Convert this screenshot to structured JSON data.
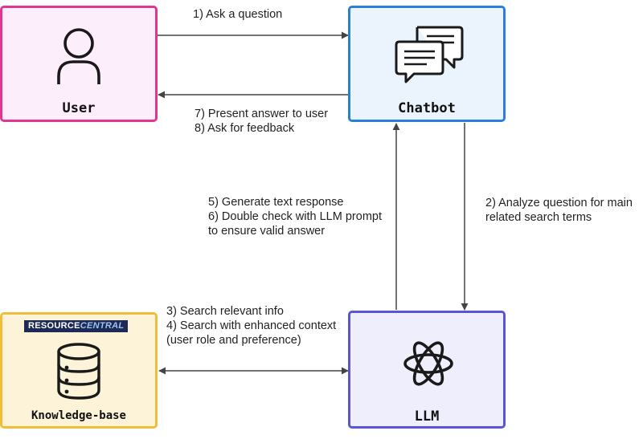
{
  "colors": {
    "user_border": "#e0368f",
    "user_fill": "#fdeefb",
    "chatbot_border": "#2a7fd6",
    "chatbot_fill": "#ebf4fd",
    "llm_border": "#5a55d6",
    "llm_fill": "#eeeefc",
    "kb_border": "#f0bc3a",
    "kb_fill": "#fdf3d9",
    "arrow": "#444444"
  },
  "nodes": {
    "user": {
      "label": "User",
      "icon": "user-icon"
    },
    "chatbot": {
      "label": "Chatbot",
      "icon": "chat-bubbles-icon"
    },
    "llm": {
      "label": "LLM",
      "icon": "openai-logo-icon"
    },
    "knowledge_base": {
      "label": "Knowledge-base",
      "icon": "database-icon",
      "logo": {
        "part_a": "RESOURCE",
        "part_b": "CENTRAL",
        "color_a": "#ffffff",
        "color_b": "#9cc3f2"
      }
    }
  },
  "edges": {
    "ask_question": {
      "lines": [
        "1) Ask a question"
      ]
    },
    "present_answer": {
      "lines": [
        "7) Present answer to user",
        "8) Ask for feedback"
      ]
    },
    "analyze_question": {
      "lines": [
        "2) Analyze question for main",
        "related search terms"
      ]
    },
    "generate_response": {
      "lines": [
        "5) Generate text response",
        "6) Double check with LLM prompt",
        "to ensure valid answer"
      ]
    },
    "search_info": {
      "lines": [
        "3) Search relevant info",
        "4) Search with enhanced context",
        "(user role and preference)"
      ]
    }
  }
}
